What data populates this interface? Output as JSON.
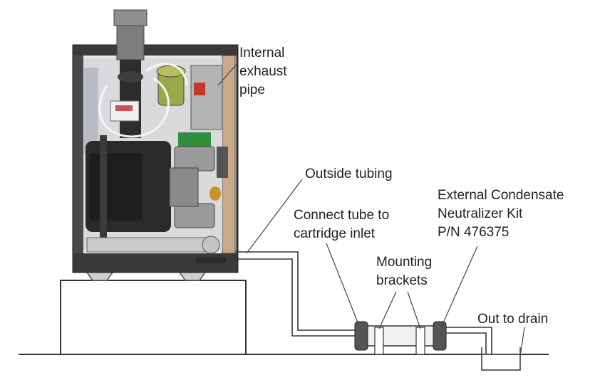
{
  "labels": {
    "internal_exhaust": [
      "Internal",
      "exhaust",
      "pipe"
    ],
    "outside_tubing": "Outside tubing",
    "connect_tube": [
      "Connect tube to",
      "cartridge inlet"
    ],
    "mounting_brackets": [
      "Mounting",
      "brackets"
    ],
    "neutralizer_kit": [
      "External Condensate",
      "Neutralizer Kit",
      "P/N 476375"
    ],
    "out_to_drain": "Out to drain"
  },
  "colors": {
    "line": "#333333",
    "cabinet_dark": "#3a3a3a",
    "cabinet_side": "#c9a98a",
    "heat_exchanger": "#2a2a2a",
    "blower_green": "#9aa84a",
    "pcb_green": "#2f8f3a",
    "flue_gray": "#7d7d7d",
    "tubing": "#ffffff",
    "cartridge": "#f2f2f2",
    "fitting": "#555555"
  }
}
